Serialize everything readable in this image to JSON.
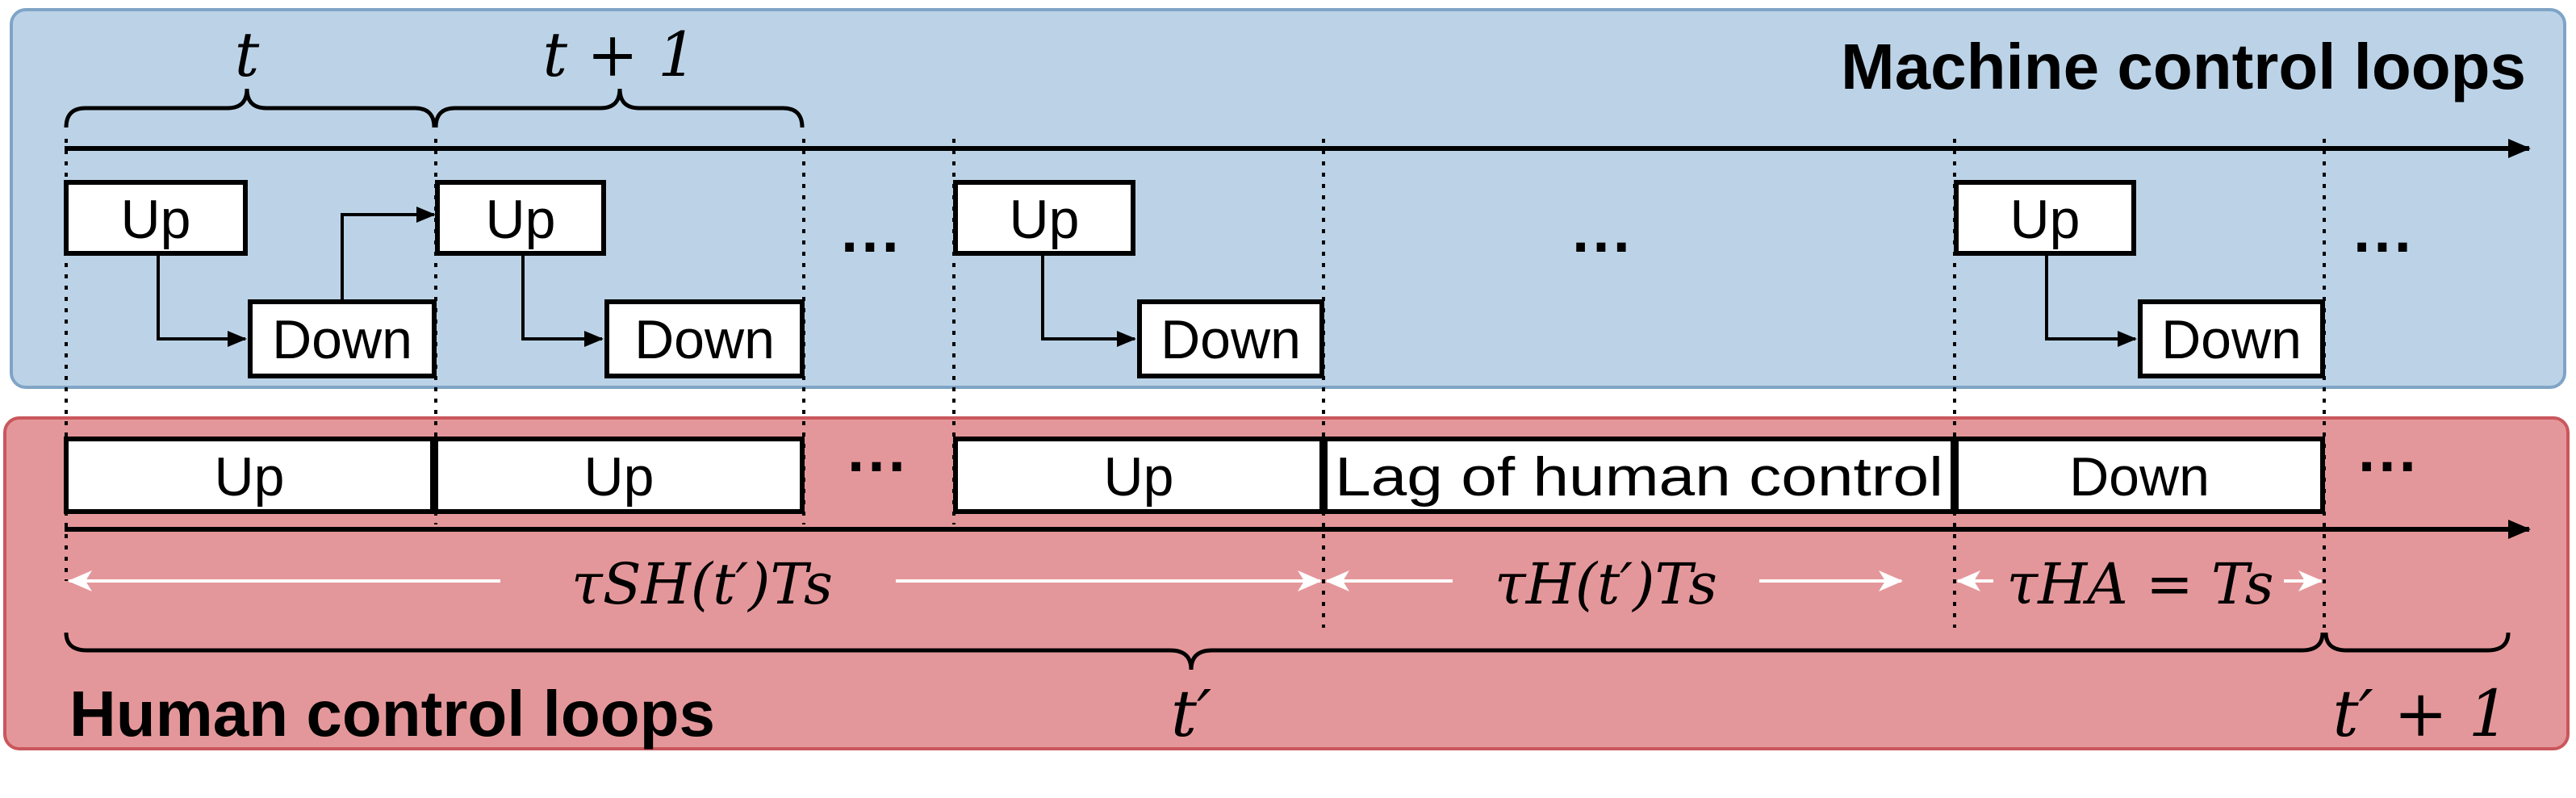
{
  "colors": {
    "machine_band": "#bcd3e7",
    "machine_band_edge": "#7fa4c6",
    "human_band": "#e4979a",
    "human_band_edge": "#c9575c"
  },
  "machine": {
    "title": "Machine control loops",
    "period_labels": [
      "t",
      "t + 1"
    ],
    "loop1": {
      "up": "Up",
      "down": "Down"
    },
    "loop2": {
      "up": "Up",
      "down": "Down"
    },
    "loop3": {
      "up": "Up",
      "down": "Down"
    },
    "loop4": {
      "up": "Up",
      "down": "Down"
    },
    "ellipses": [
      "···",
      "···",
      "···"
    ]
  },
  "human": {
    "title": "Human control loops",
    "steps": [
      "Up",
      "Up",
      "Up",
      "Lag of human control",
      "Down"
    ],
    "ellipses": [
      "···",
      "···"
    ],
    "intervals": [
      "τSH(t′)Ts",
      "τH(t′)Ts",
      "τHA = Ts"
    ],
    "period_labels": [
      "t′",
      "t′ + 1"
    ]
  }
}
